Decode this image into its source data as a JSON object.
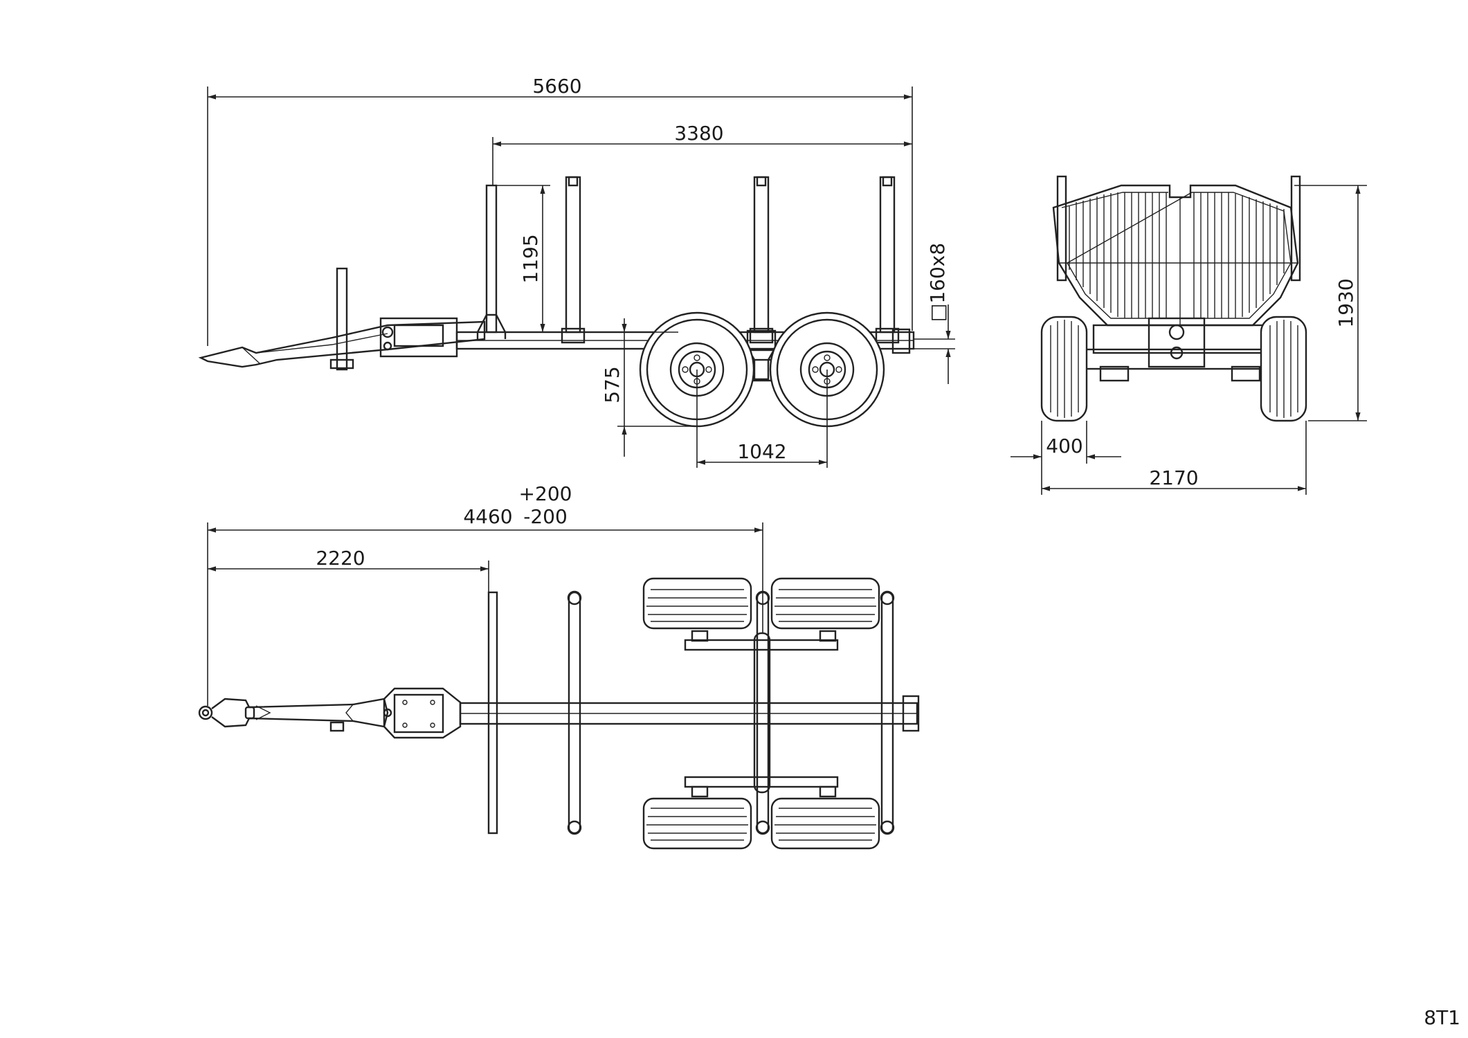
{
  "drawing_code": "8T1",
  "dimensions": {
    "overall_length": "5660",
    "load_length": "3380",
    "stake_height": "1195",
    "stake_section": "□160x8",
    "ground_clearance": "575",
    "wheel_spacing": "1042",
    "total_height": "1930",
    "tire_width": "400",
    "total_width": "2170",
    "boom_offset": "2220",
    "extension_length": "4460",
    "extension_tol_plus": "+200",
    "extension_tol_minus": "-200"
  }
}
